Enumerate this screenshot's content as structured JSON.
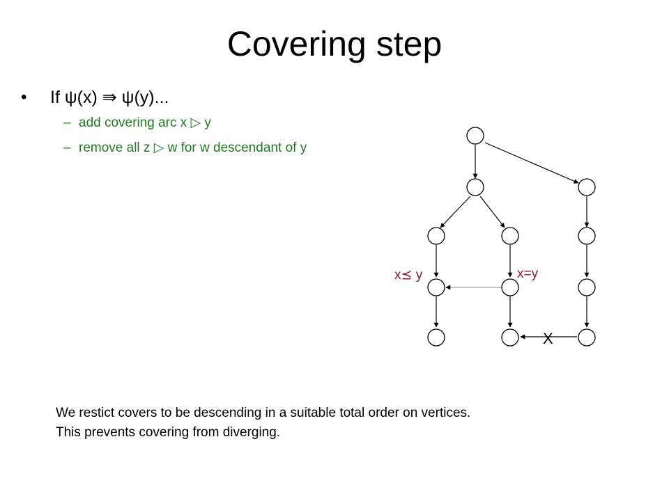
{
  "title": "Covering step",
  "bullet": {
    "marker": "•",
    "text": "If ψ(x) ⇛ ψ(y)..."
  },
  "sub_items": [
    {
      "dash": "–",
      "text": "add covering arc x ▷ y"
    },
    {
      "dash": "–",
      "text": "remove all z ▷ w for w descendant of y"
    }
  ],
  "note": {
    "line1": "We restict covers to be descending in a suitable total order on vertices.",
    "line2": "This prevents covering from diverging."
  },
  "diagram": {
    "label_left": "x⪯ y",
    "label_right": "x=y",
    "removed_mark": "X",
    "label_color": "#8b1a3a"
  },
  "colors": {
    "sub_text": "#1f7a1f",
    "label": "#8b1a3a"
  }
}
